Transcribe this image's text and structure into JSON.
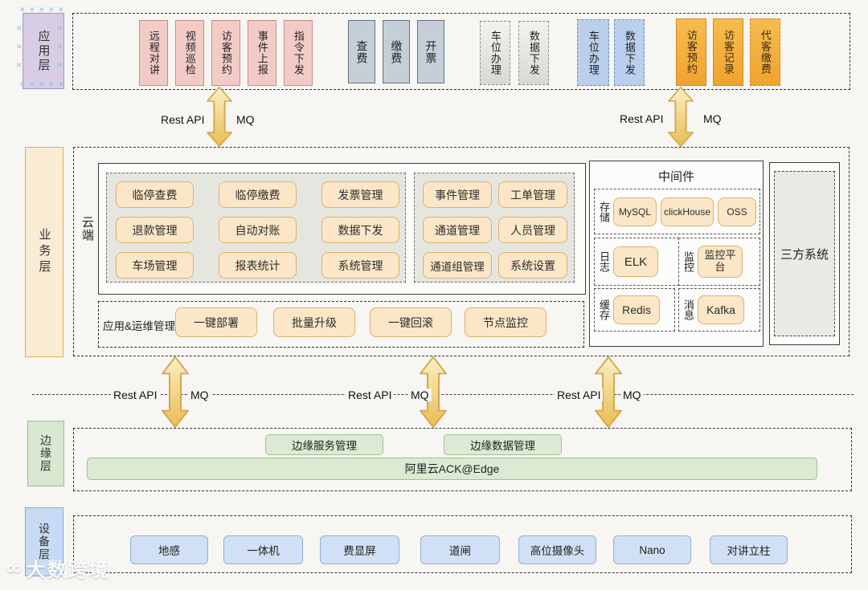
{
  "layer_labels": {
    "app": "应用层",
    "business": "业务层",
    "edge": "边缘层",
    "device": "设备层"
  },
  "app_layer": {
    "pink_items": [
      "远程对讲",
      "视频巡检",
      "访客预约",
      "事件上报",
      "指令下发"
    ],
    "slate_items": [
      "查费",
      "缴费",
      "开票"
    ],
    "gray_items": [
      "车位办理",
      "数据下发"
    ],
    "blue_items": [
      "车位办理",
      "数据下发"
    ],
    "orange_items": [
      "访客预约",
      "访客记录",
      "代客缴费"
    ]
  },
  "connectors": {
    "rest_api": "Rest API",
    "mq": "MQ"
  },
  "business_layer": {
    "cloud_label": "云端",
    "platform_modules": [
      "临停查费",
      "临停缴费",
      "发票管理",
      "退款管理",
      "自动对账",
      "数据下发",
      "车场管理",
      "报表统计",
      "系统管理"
    ],
    "mgmt_modules": [
      "事件管理",
      "工单管理",
      "通道管理",
      "人员管理",
      "通道组管理",
      "系统设置"
    ],
    "ops_label": "应用&运维管理",
    "ops_items": [
      "一键部署",
      "批量升级",
      "一键回滚",
      "节点监控"
    ],
    "middleware": {
      "title": "中间件",
      "storage_label": "存储",
      "storage_items": [
        "MySQL",
        "clickHouse",
        "OSS"
      ],
      "log_label": "日志",
      "log_item": "ELK",
      "monitor_label": "监控",
      "monitor_item": "监控平台",
      "cache_label": "缓存",
      "cache_item": "Redis",
      "message_label": "消息",
      "message_item": "Kafka"
    },
    "third_party": "三方系统"
  },
  "edge_layer": {
    "service_mgmt": "边缘服务管理",
    "data_mgmt": "边缘数据管理",
    "platform": "阿里云ACK@Edge"
  },
  "device_layer": {
    "items": [
      "地感",
      "一体机",
      "费显屏",
      "道闸",
      "高位摄像头",
      "Nano",
      "对讲立柱"
    ]
  },
  "watermark": {
    "text": "大数跨境"
  },
  "colors": {
    "app_label_fill": "#d7cee6",
    "business_label_fill": "#faecd2",
    "edge_label_fill": "#d9e8d0",
    "device_label_fill": "#c9dbf4",
    "pink_fill": "#f2cbc6",
    "slate_fill": "#c6cfd8",
    "orange_fill": "#f0a32f",
    "pill_fill": "#fbe7c7",
    "green_fill": "#dcead4",
    "device_fill": "#d2e0f5",
    "arrow_gold": "#ecbf55",
    "selection_handle": "#82c1ee"
  }
}
